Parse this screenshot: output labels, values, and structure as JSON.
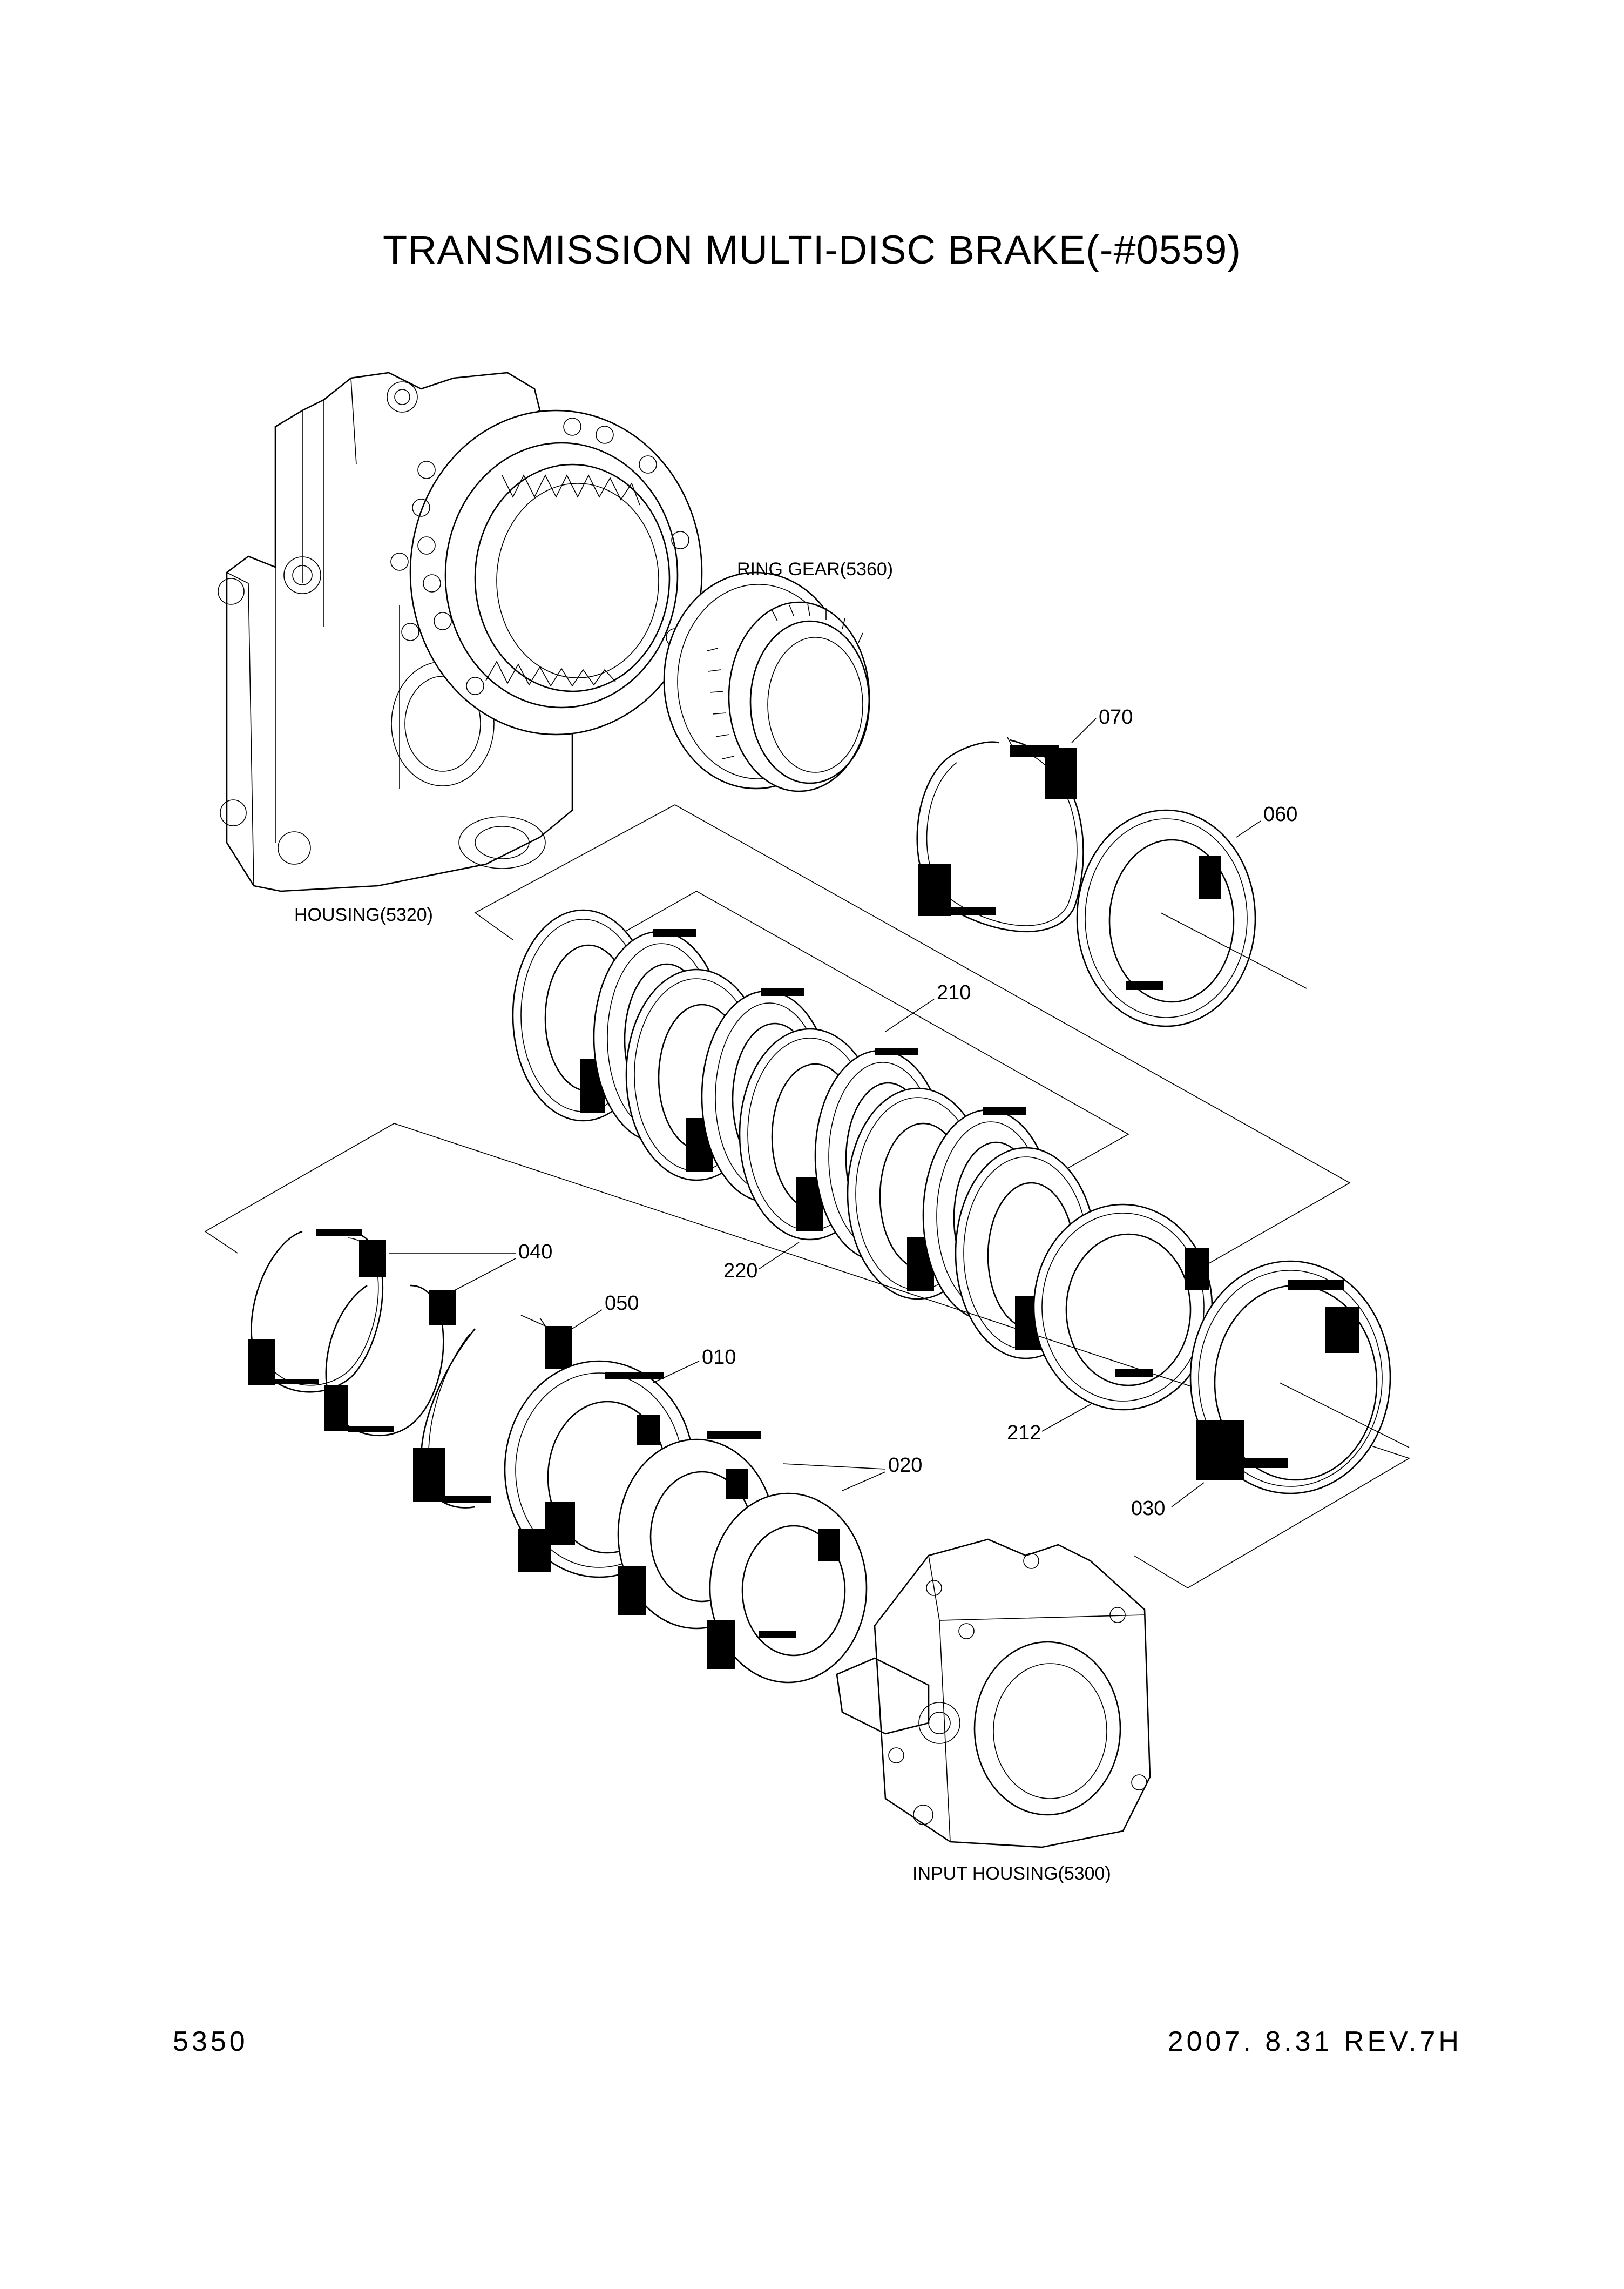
{
  "title": "TRANSMISSION MULTI-DISC BRAKE(-#0559)",
  "footer": {
    "page_number": "5350",
    "date": "2007.  8.31",
    "revision": "REV.7H"
  },
  "components": {
    "housing": "HOUSING(5320)",
    "ring_gear": "RING GEAR(5360)",
    "input_housing": "INPUT HOUSING(5300)"
  },
  "callouts": {
    "p070": "070",
    "p060": "060",
    "p210": "210",
    "p220": "220",
    "p212": "212",
    "p030": "030",
    "p040": "040",
    "p050": "050",
    "p010": "010",
    "p020": "020"
  }
}
